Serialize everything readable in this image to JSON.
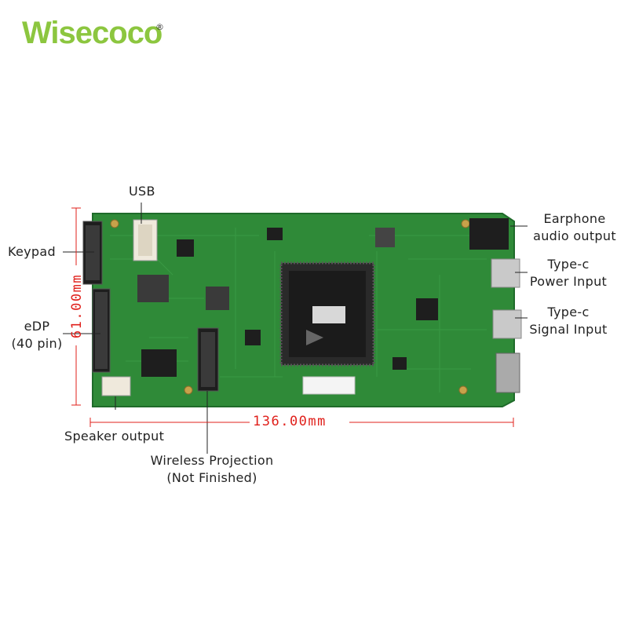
{
  "brand": {
    "name": "Wisecoco",
    "registered_mark": "®",
    "color": "#8cc63f"
  },
  "labels": {
    "usb": "USB",
    "keypad": "Keypad",
    "edp_line1": "eDP",
    "edp_line2": "(40 pin)",
    "speaker": "Speaker output",
    "wireless_line1": "Wireless Projection",
    "wireless_line2": "(Not Finished)",
    "earphone_line1": "Earphone",
    "earphone_line2": "audio output",
    "power_line1": "Type-c",
    "power_line2": "Power Input",
    "signal_line1": "Type-c",
    "signal_line2": "Signal Input"
  },
  "dimensions": {
    "height": "61.00mm",
    "width": "136.00mm",
    "color": "#e0201b"
  },
  "colors": {
    "pcb": "#2f8a38",
    "pcb_edge": "#1f6b2a",
    "chip": "#1b1b1b"
  }
}
